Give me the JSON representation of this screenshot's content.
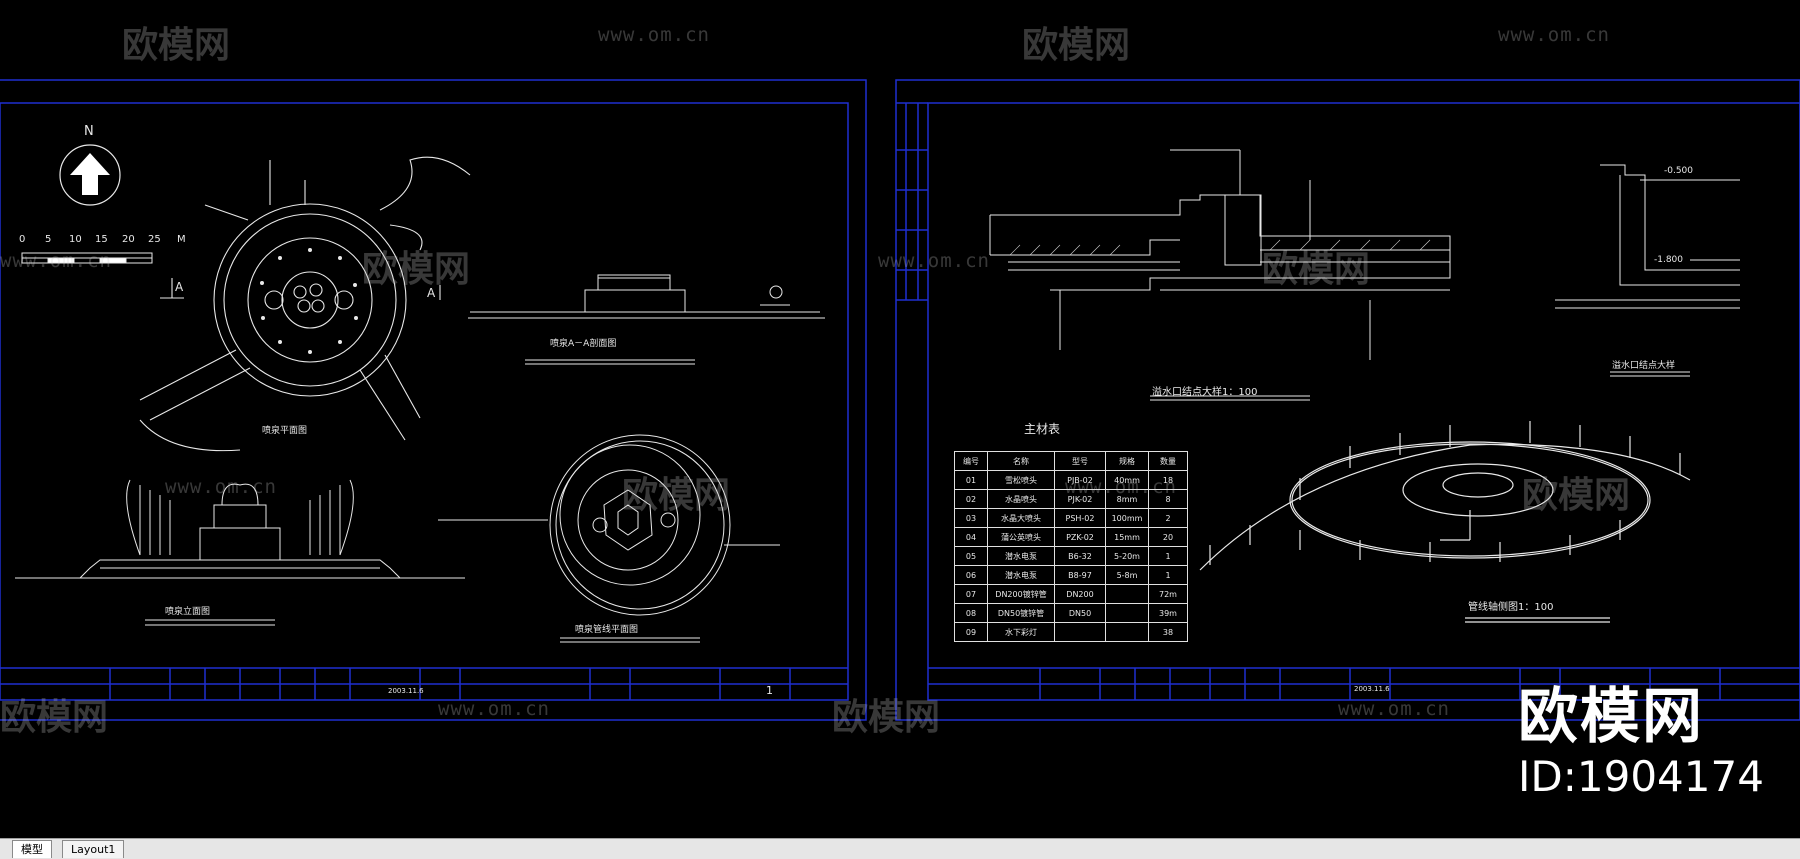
{
  "watermark": {
    "brand": "欧模网",
    "url": "www.om.cn"
  },
  "brand_overlay": {
    "name": "欧模网",
    "id_text": "ID:1904174"
  },
  "tabs": [
    {
      "label": "模型",
      "active": true
    },
    {
      "label": "Layout1",
      "active": false
    }
  ],
  "sheet1": {
    "north_label": "N",
    "scale_ticks": [
      "0",
      "5",
      "10",
      "15",
      "20",
      "25",
      "M"
    ],
    "section_marker": "A",
    "plan_title": "喷泉平面图",
    "section_title": "喷泉A－A剖面图",
    "elevation_title": "喷泉立面图",
    "pipe_plan_title": "喷泉管线平面图",
    "title_date": "2003.11.6",
    "page_number": "1"
  },
  "sheet2": {
    "detail_title": "溢水口结点大样1：100",
    "detail2_title": "溢水口结点大样",
    "elev_top": "-0.500",
    "elev_bottom": "-1.800",
    "iso_title": "管线轴侧图1：100",
    "table_title": "主材表",
    "title_date": "2003.11.6",
    "table": {
      "headers": [
        "编号",
        "名称",
        "型号",
        "规格",
        "数量"
      ],
      "rows": [
        [
          "01",
          "雪松喷头",
          "PJB-02",
          "40mm",
          "18"
        ],
        [
          "02",
          "水晶喷头",
          "PJK-02",
          "8mm",
          "8"
        ],
        [
          "03",
          "水晶大喷头",
          "PSH-02",
          "100mm",
          "2"
        ],
        [
          "04",
          "蒲公英喷头",
          "PZK-02",
          "15mm",
          "20"
        ],
        [
          "05",
          "潜水电泵",
          "B6-32",
          "5-20m",
          "1"
        ],
        [
          "06",
          "潜水电泵",
          "B8-97",
          "5-8m",
          "1"
        ],
        [
          "07",
          "DN200镀锌管",
          "DN200",
          "",
          "72m"
        ],
        [
          "08",
          "DN50镀锌管",
          "DN50",
          "",
          "39m"
        ],
        [
          "09",
          "水下彩灯",
          "",
          "",
          "38"
        ]
      ]
    }
  },
  "colors": {
    "background": "#000000",
    "frame": "#1f2fd0",
    "drawing": "#e8e8e8",
    "tab_bar": "#e6e6e6"
  }
}
